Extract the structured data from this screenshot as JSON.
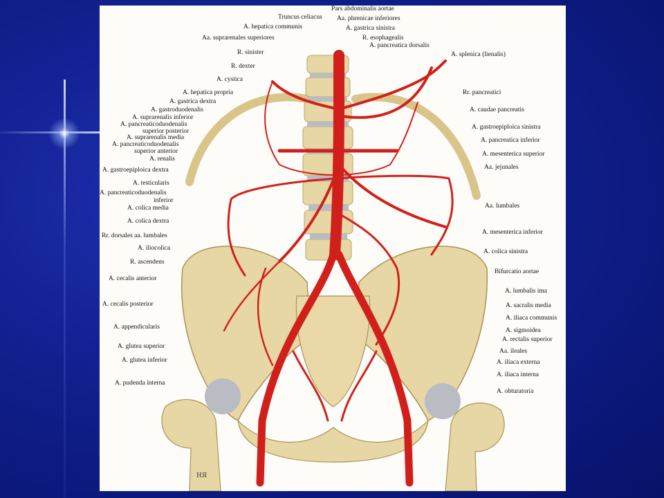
{
  "slide": {
    "background": "#10208e",
    "accent_line": "#c8d6ff"
  },
  "figure": {
    "subject": "Abdominal aorta and its branches (anatomical illustration)",
    "artery_color": "#d1201c",
    "bone_color": "#e7d7a4",
    "signature": "НЯ",
    "labels_top": [
      "Pars abdominalis aortae",
      "Truncus celiacus",
      "Aa. phrenicae inferiores",
      "A. hepatica communis",
      "A. gastrica sinistra",
      "Aa. suprarenales superiores",
      "R. esophagealis",
      "A. pancreatica dorsalis"
    ],
    "labels_left": [
      "R. sinister",
      "R. dexter",
      "A. cystica",
      "A. hepatica propria",
      "A. gastrica dextra",
      "A. gastroduodenalis",
      "A. suprarenalis inferior",
      "A. pancreaticoduodenalis",
      "superior posterior",
      "A. suprarenalis media",
      "A. pancreaticoduodenalis",
      "superior anterior",
      "A. renalis",
      "A. gastroepiploica dextra",
      "A. testicularis",
      "A. pancreaticoduodenalis",
      "inferior",
      "A. colica media",
      "A. colica dextra",
      "Rr. dorsales aa. lumbales",
      "A. iliocolica",
      "R. ascendens",
      "A. cecalis anterior",
      "A. cecalis posterior",
      "A. appendicularis",
      "A. glutea superior",
      "A. glutea inferior",
      "A. pudenda interna"
    ],
    "labels_right": [
      "A. splenica (lienalis)",
      "Rr. pancreatici",
      "A. caudae pancreatis",
      "A. gastroepiploica sinistra",
      "A. pancreatica inferior",
      "A. mesenterica superior",
      "Aa. jejunales",
      "Aa. lumbales",
      "A. mesenterica inferior",
      "A. colica sinistra",
      "Bifurcatio aortae",
      "A. lumbalis ima",
      "A. sacralis media",
      "A. iliaca communis",
      "A. sigmoidea",
      "A. rectalis superior",
      "Aa. ileales",
      "A. iliaca externa",
      "A. iliaca interna",
      "A. obturatoria"
    ]
  }
}
